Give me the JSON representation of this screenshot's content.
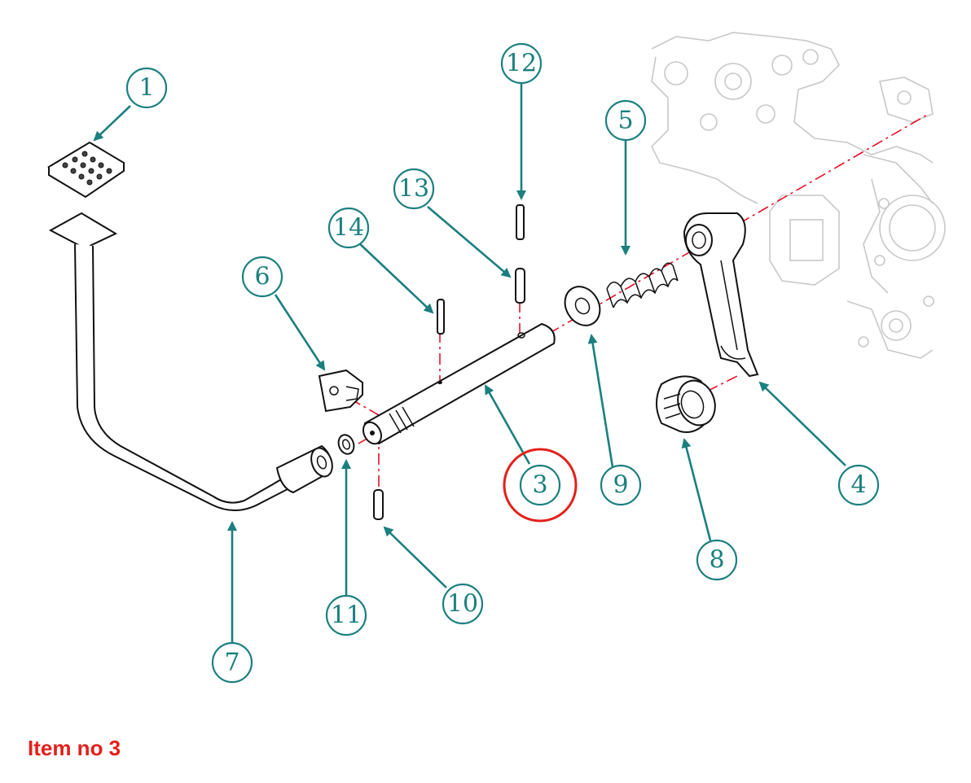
{
  "caption": "Item no 3",
  "highlighted_item": "3",
  "colors": {
    "callout": "#1b7f7f",
    "highlight": "#e3201b",
    "axis": "#e8001a",
    "caption": "#e3201b"
  },
  "callouts": [
    {
      "id": "c1",
      "label": "1"
    },
    {
      "id": "c2",
      "label": "12"
    },
    {
      "id": "c3",
      "label": "5"
    },
    {
      "id": "c4",
      "label": "13"
    },
    {
      "id": "c5",
      "label": "14"
    },
    {
      "id": "c6",
      "label": "6"
    },
    {
      "id": "c7",
      "label": "3"
    },
    {
      "id": "c8",
      "label": "9"
    },
    {
      "id": "c9",
      "label": "4"
    },
    {
      "id": "c10",
      "label": "8"
    },
    {
      "id": "c11",
      "label": "11"
    },
    {
      "id": "c12",
      "label": "10"
    },
    {
      "id": "c13",
      "label": "7"
    }
  ]
}
